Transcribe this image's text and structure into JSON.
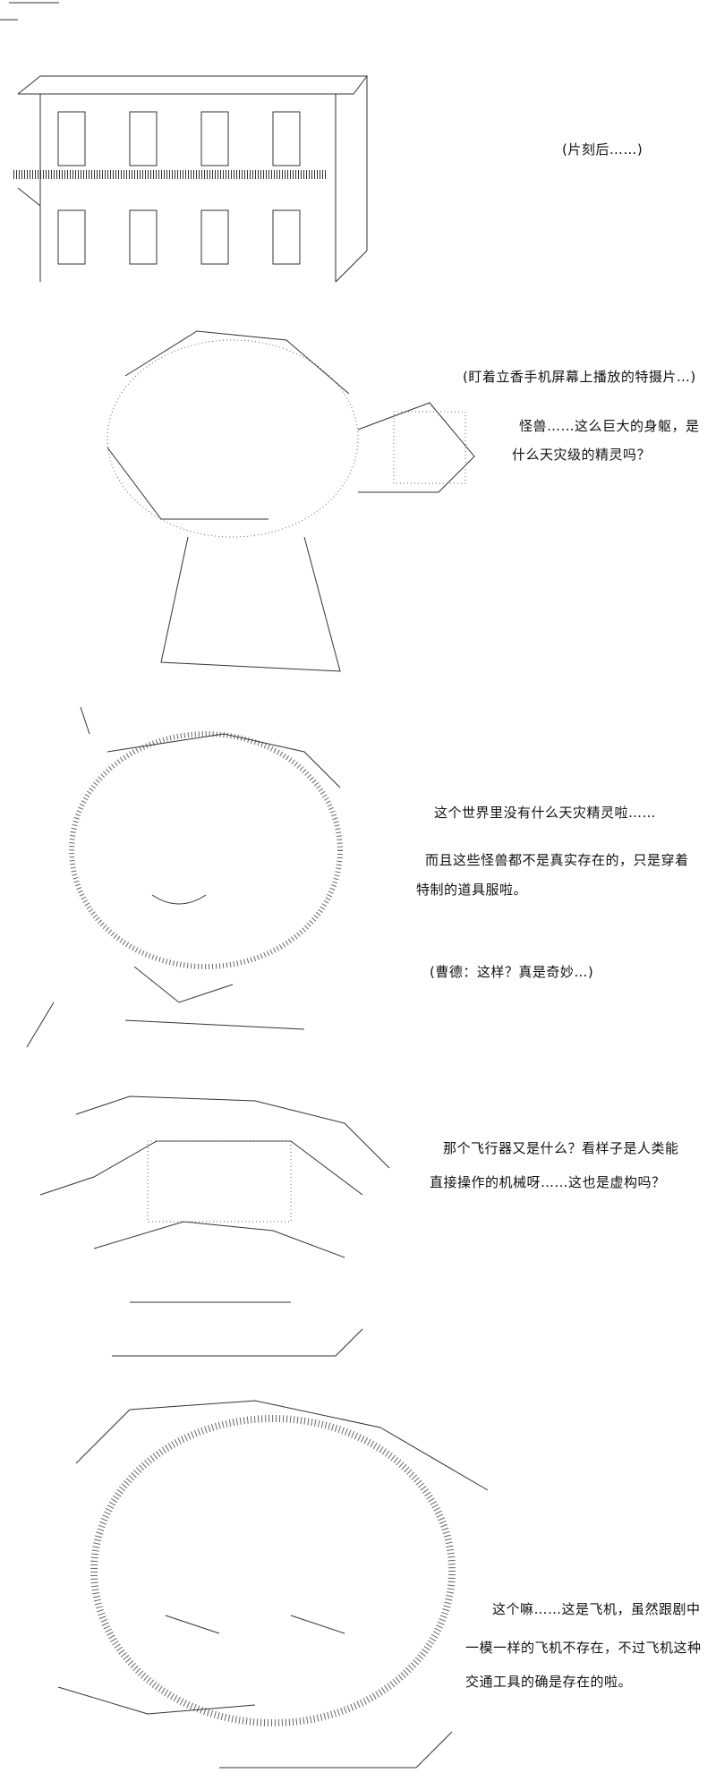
{
  "panels": [
    {
      "lines": [
        "(片刻后……)"
      ]
    },
    {
      "lines": [
        "(盯着立香手机屏幕上播放的特摄片…)",
        "怪兽……这么巨大的身躯，是",
        "什么天灾级的精灵吗？"
      ]
    },
    {
      "lines": [
        "这个世界里没有什么天灾精灵啦……",
        "而且这些怪兽都不是真实存在的，只是穿着",
        "特制的道具服啦。",
        "(曹德：这样？真是奇妙…)"
      ]
    },
    {
      "lines": [
        "那个飞行器又是什么？看样子是人类能",
        "直接操作的机械呀……这也是虚构吗？"
      ]
    },
    {
      "lines": [
        "这个嘛……这是飞机，虽然跟剧中",
        "一模一样的飞机不存在，不过飞机这种",
        "交通工具的确是存在的啦。"
      ]
    }
  ]
}
